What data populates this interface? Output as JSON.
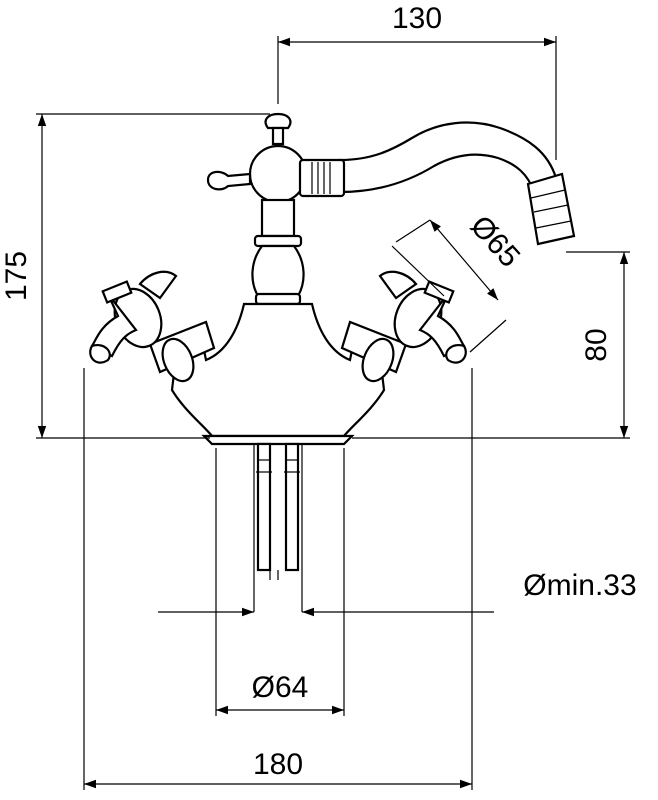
{
  "dimensions": {
    "width_top": "130",
    "height_total": "175",
    "spout_height": "80",
    "handle_diameter": "Ø65",
    "hole_min": "Ømin.33",
    "base_diameter": "Ø64",
    "width_total": "180"
  }
}
